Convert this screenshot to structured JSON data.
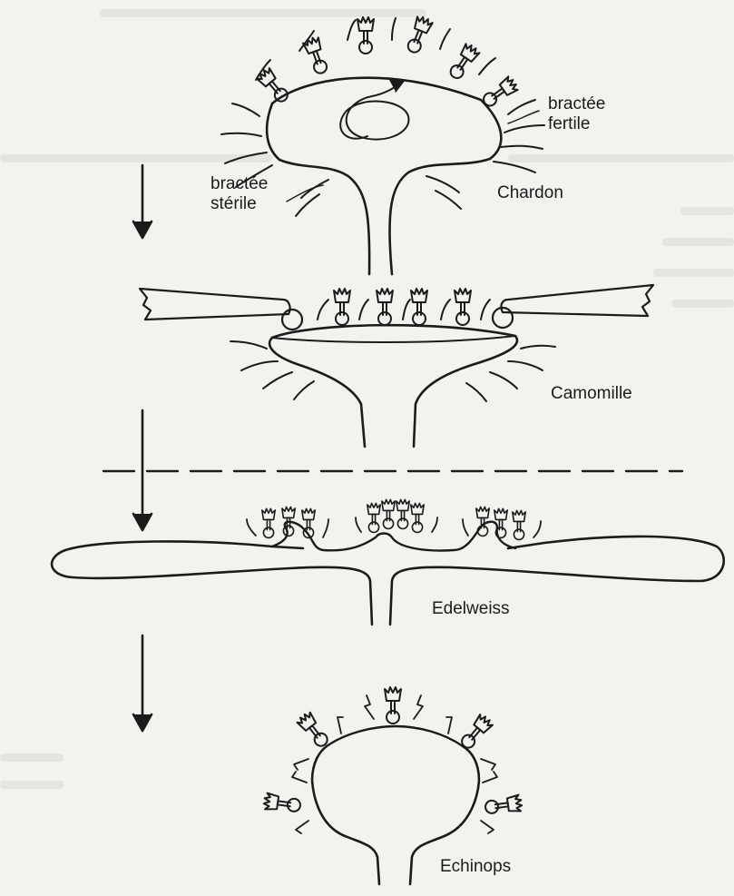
{
  "labels": {
    "bractee_fertile": [
      "bractée",
      "fertile"
    ],
    "bractee_sterile": [
      "bractée",
      "stérile"
    ],
    "chardon": "Chardon",
    "camomille": "Camomille",
    "edelweiss": "Edelweiss",
    "echinops": "Echinops"
  },
  "colors": {
    "ink": "#1b1b1b",
    "paper": "#f4f2ef",
    "ghost": "#e6e4e1"
  },
  "icons": [
    "down-arrow-icon",
    "spiral-arrow-icon",
    "floret-icon"
  ]
}
